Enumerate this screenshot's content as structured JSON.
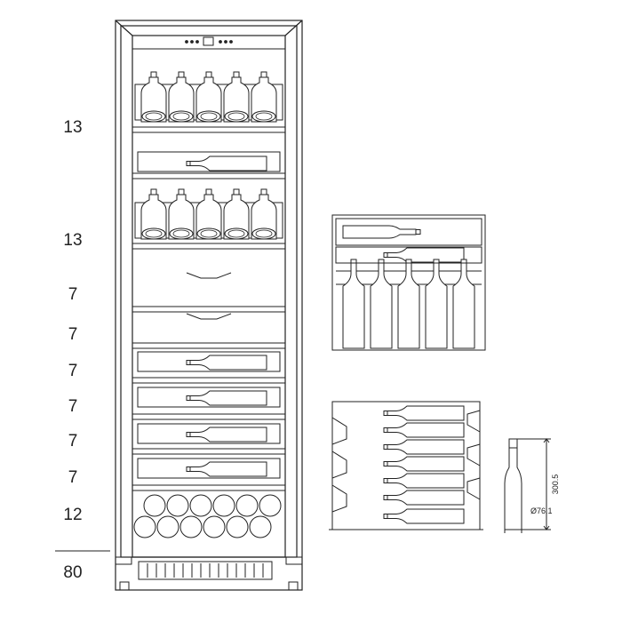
{
  "shelf_capacities": [
    "13",
    "13",
    "7",
    "7",
    "7",
    "7",
    "7",
    "7",
    "12"
  ],
  "total_capacity": "80",
  "bottle_dimensions": {
    "height": "300.5",
    "diameter": "Ø76.1"
  },
  "colors": {
    "line": "#222222",
    "background": "#ffffff"
  }
}
